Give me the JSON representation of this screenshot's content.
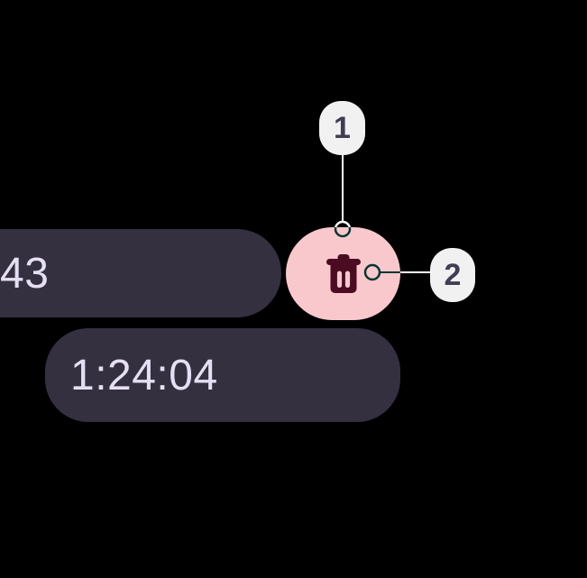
{
  "screen": {
    "description": "timer-app-annotated-screenshot"
  },
  "timers": {
    "partial_time": "43",
    "full_time": "1:24:04"
  },
  "delete_button": {
    "icon": "trash-icon"
  },
  "annotations": {
    "callouts": [
      {
        "label": "1",
        "target": "delete-button-top"
      },
      {
        "label": "2",
        "target": "delete-button-right"
      }
    ]
  },
  "colors": {
    "background": "#000000",
    "chip_background": "#353040",
    "chip_text": "#E6DFF3",
    "delete_button_background": "#F9C8CD",
    "delete_icon": "#4B0C22",
    "callout_badge_background": "#F2F1F2",
    "callout_badge_text": "#413D54",
    "callout_line": "#FFFFFF"
  }
}
